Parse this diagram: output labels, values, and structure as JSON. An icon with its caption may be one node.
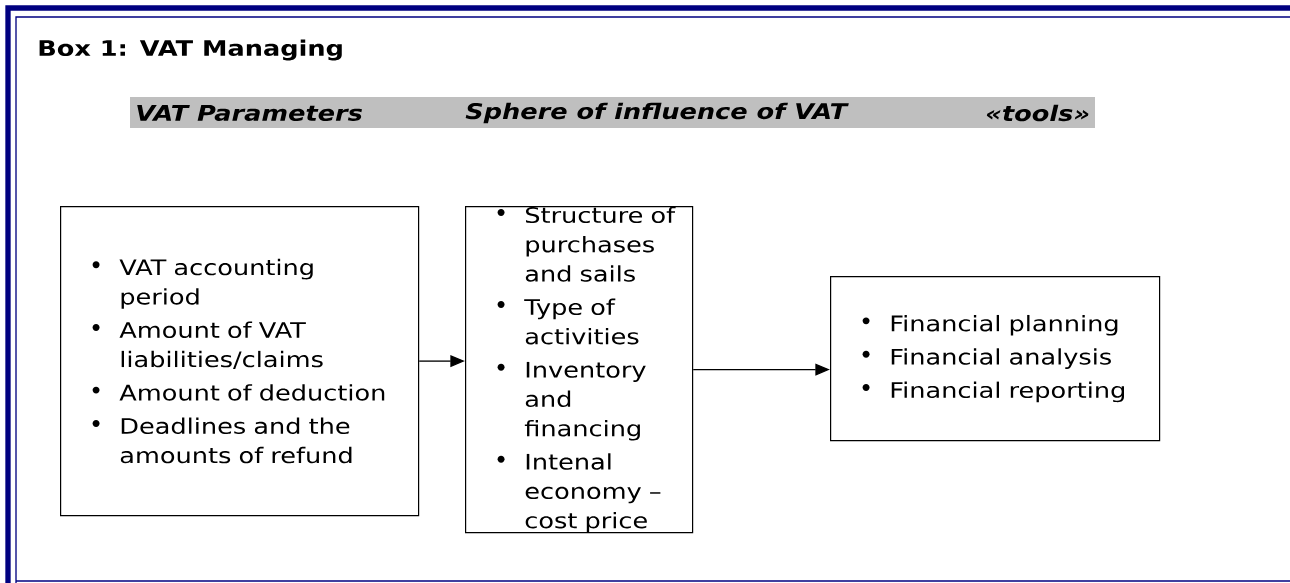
{
  "diagram": {
    "title": "Box 1: VAT Managing",
    "nodes": [
      {
        "text": [
          "VAT accounting period",
          "Amount of VAT liabilities/claims",
          "Amount of deduction",
          "Deadlines and the amounts of refund"
        ]
      },
      {
        "text": [
          "Structure of purchases and sails",
          "Type of activities",
          "Inventory and financing",
          "Intenal economy – cost price"
        ]
      },
      {
        "text": [
          "Financial planning",
          "Financial analysis",
          "Financial reporting"
        ]
      }
    ],
    "edges": [
      {
        "from": 0,
        "to": 1,
        "arrow": "to"
      },
      {
        "from": 1,
        "to": 2,
        "arrow": "to"
      }
    ],
    "labels": [
      "VAT Parameters",
      "Sphere of influence of VAT",
      "«tools»"
    ]
  }
}
